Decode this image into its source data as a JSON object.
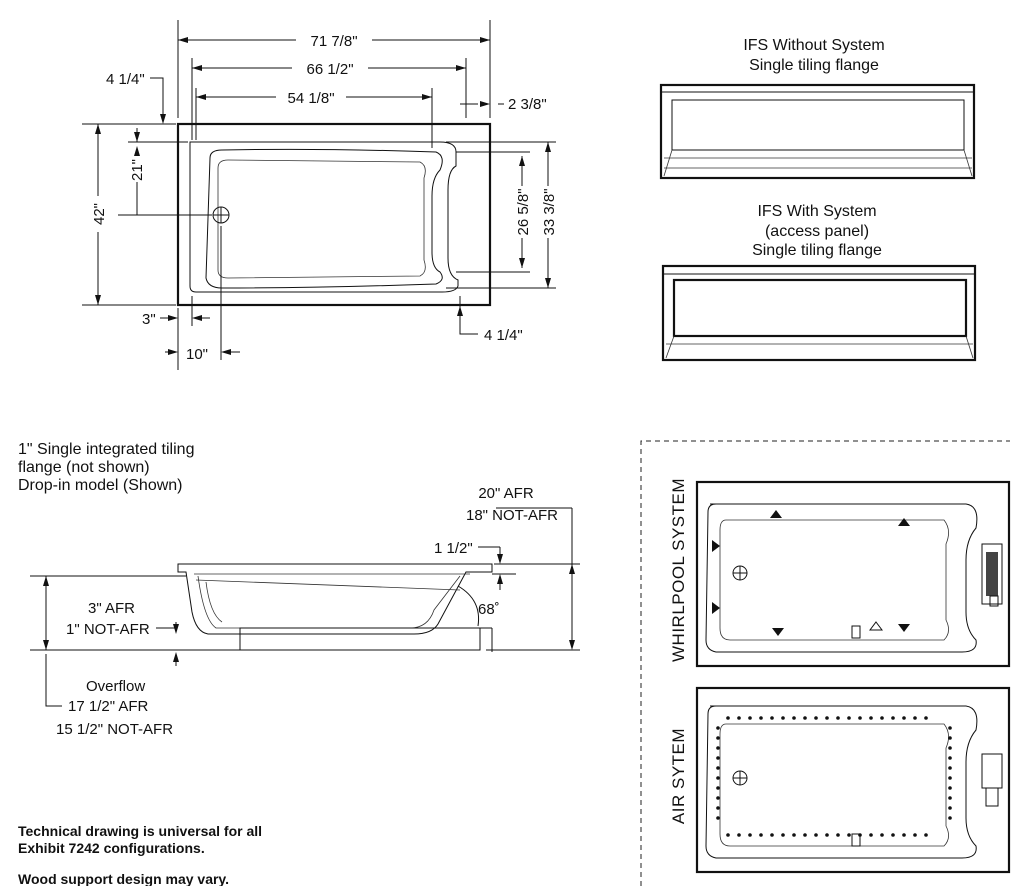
{
  "plan": {
    "overall_length": "71 7/8\"",
    "inner_length": "66 1/2\"",
    "bath_length": "54 1/8\"",
    "left_offset": "4 1/4\"",
    "right_offset": "2 3/8\"",
    "half_width": "21\"",
    "overall_width": "42\"",
    "bath_width": "26 5/8\"",
    "rim_width": "33 3/8\"",
    "drain_offset_3": "3\"",
    "drain_offset_10": "10\"",
    "bottom_offset": "4 1/4\""
  },
  "ifs_without": {
    "line1": "IFS Without System",
    "line2": "Single tiling flange"
  },
  "ifs_with": {
    "line1": "IFS With System",
    "line2": "(access panel)",
    "line3": "Single tiling flange"
  },
  "section": {
    "note1": "1\" Single integrated tiling",
    "note2": "flange (not shown)",
    "note3": "Drop-in model (Shown)",
    "height_afr": "20\" AFR",
    "height_not_afr": "18\" NOT-AFR",
    "flange": "1 1/2\"",
    "angle": "68˚",
    "floor_afr": "3\" AFR",
    "floor_not_afr": "1\" NOT-AFR",
    "overflow": "Overflow",
    "overflow_afr": "17 1/2\" AFR",
    "overflow_not_afr": "15 1/2\" NOT-AFR"
  },
  "footer": {
    "line1": "Technical drawing is universal for all",
    "line2": "Exhibit 7242 configurations.",
    "line3": "Wood support design may vary."
  },
  "systems": {
    "whirlpool": "WHIRLPOOL SYSTEM",
    "air": "AIR SYTEM"
  }
}
